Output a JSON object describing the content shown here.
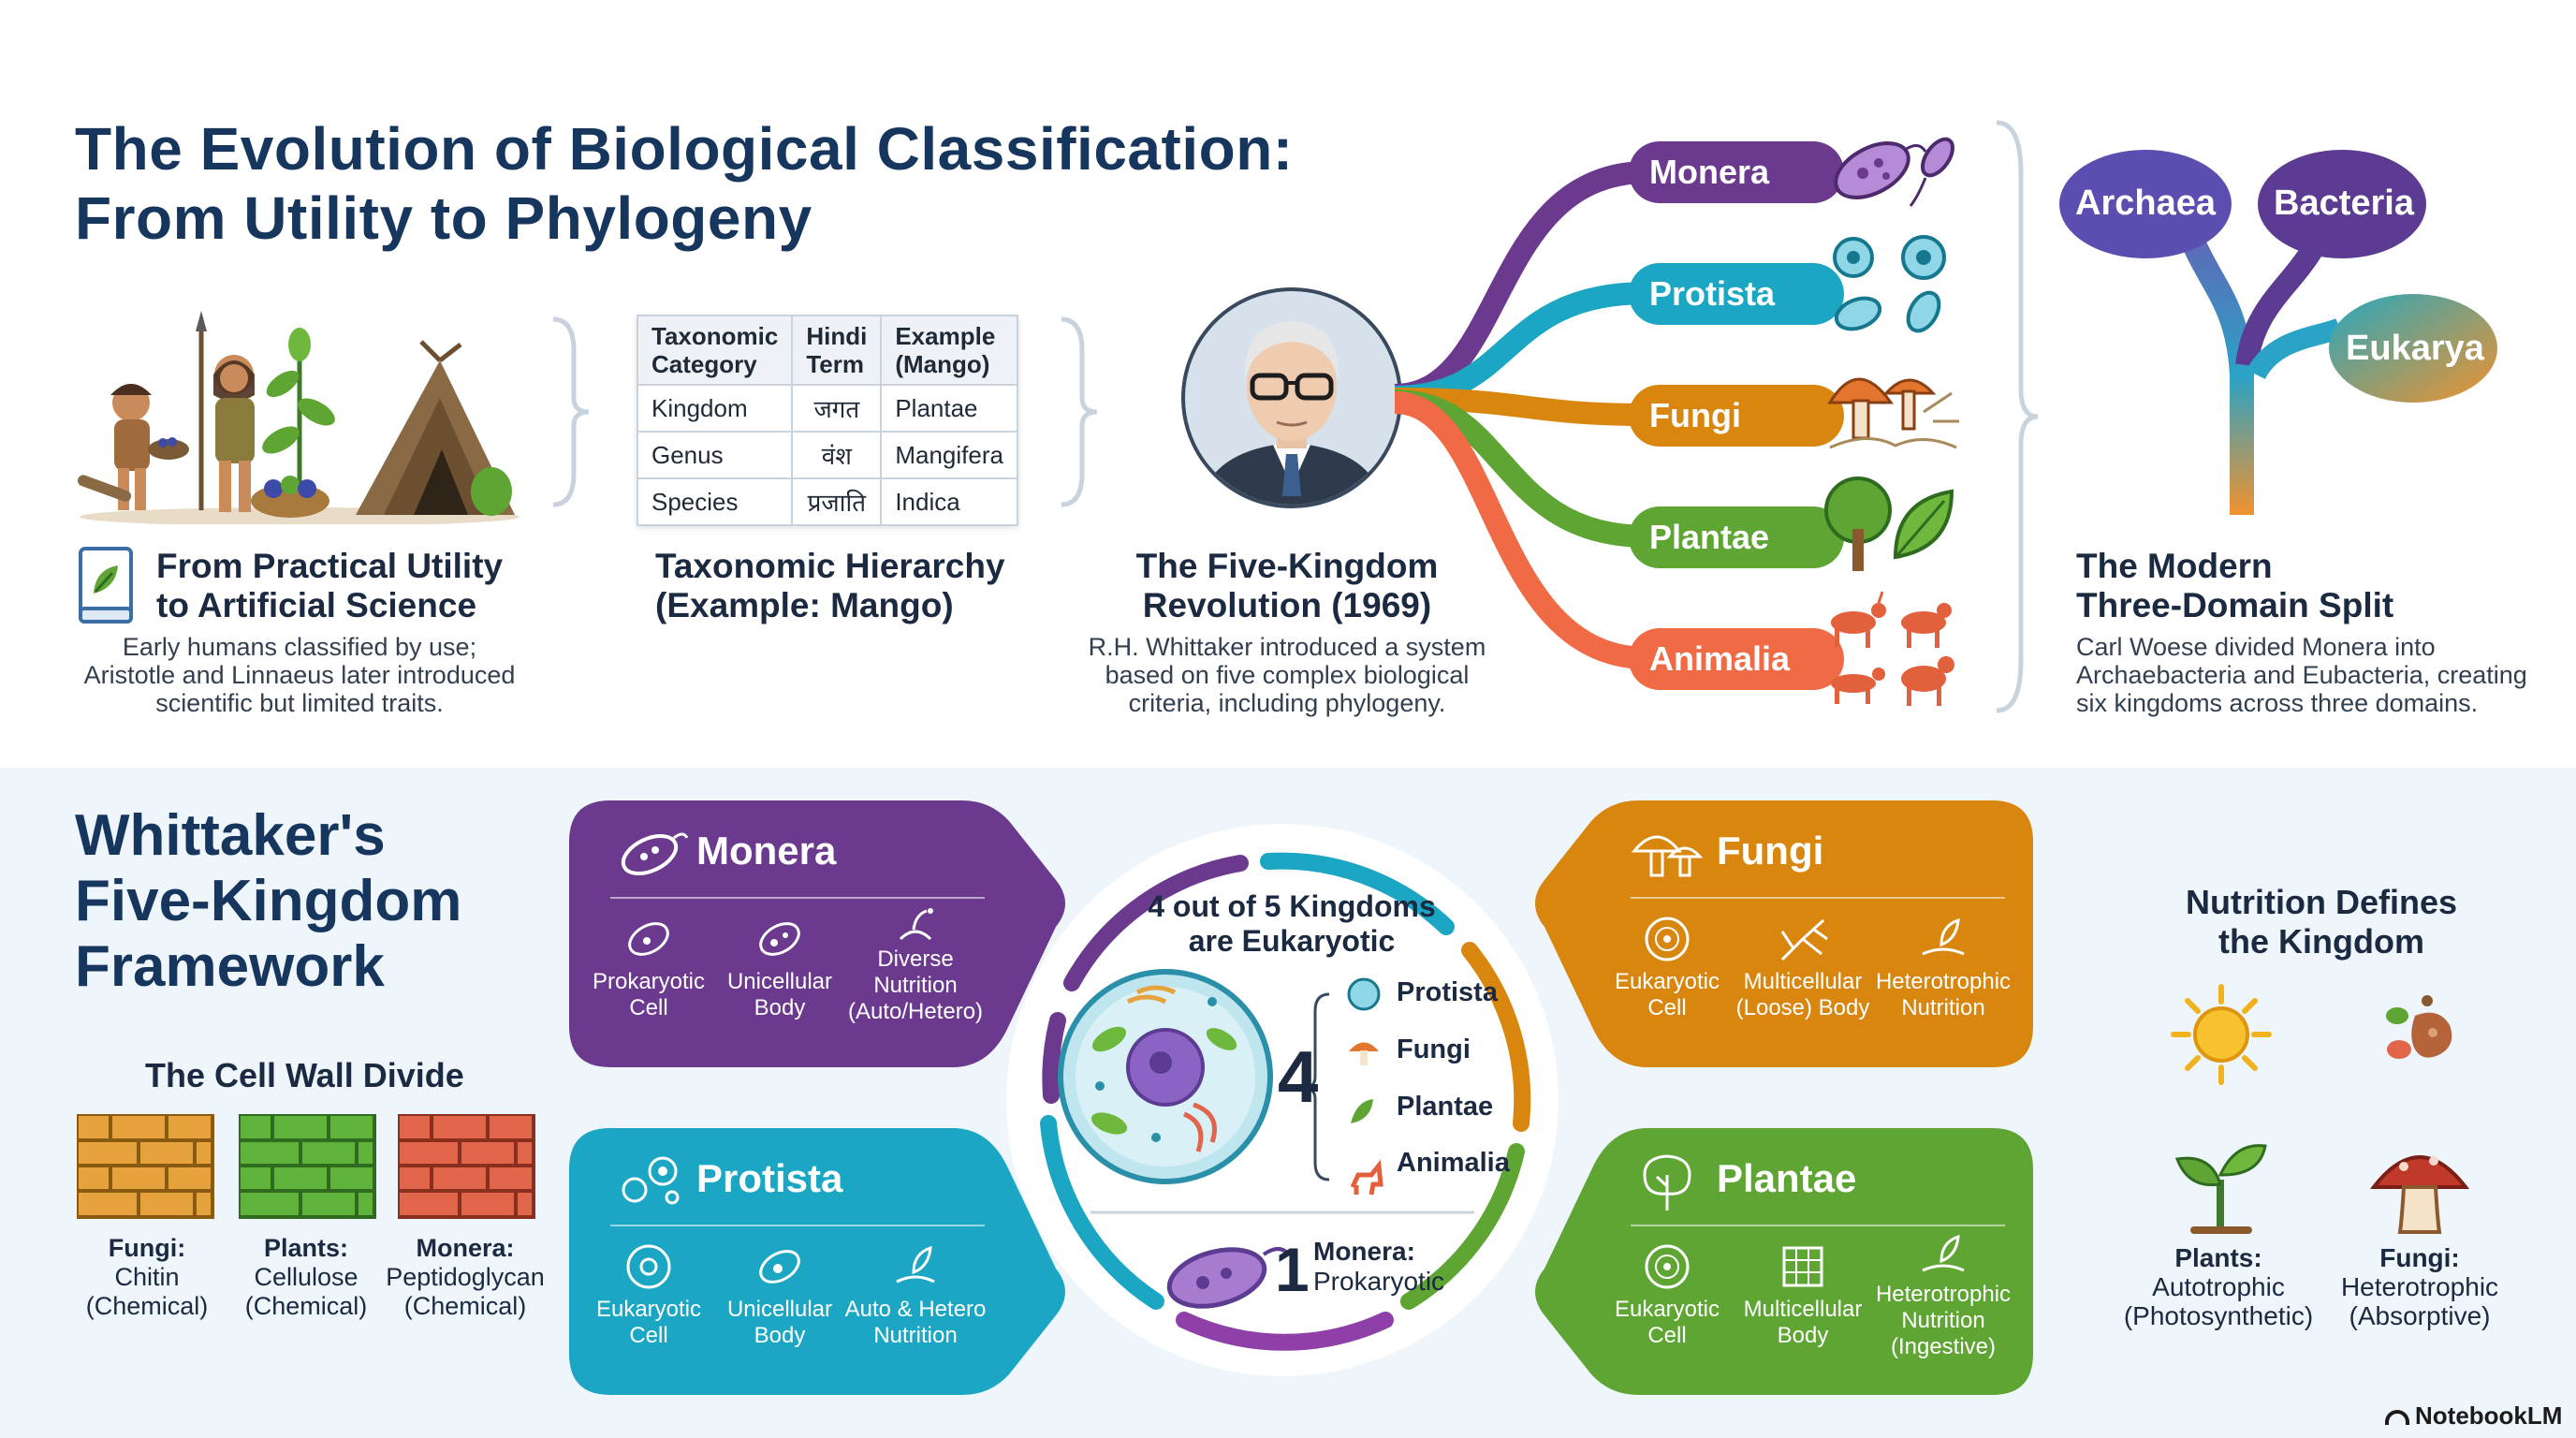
{
  "title": {
    "line1": "The Evolution of Biological Classification:",
    "line2": "From Utility to Phylogeny"
  },
  "utility": {
    "title1": "From Practical Utility",
    "title2": "to Artificial Science",
    "body1": "Early humans classified by use;",
    "body2": "Aristotle and Linnaeus later introduced",
    "body3": "scientific but limited traits."
  },
  "hierarchy": {
    "title1": "Taxonomic Hierarchy",
    "title2": "(Example: Mango)",
    "headers": [
      [
        "Taxonomic",
        "Category"
      ],
      [
        "Hindi",
        "Term"
      ],
      [
        "Example",
        "(Mango)"
      ]
    ],
    "rows": [
      [
        "Kingdom",
        "जगत",
        "Plantae"
      ],
      [
        "Genus",
        "वंश",
        "Mangifera"
      ],
      [
        "Species",
        "प्रजाति",
        "Indica"
      ]
    ]
  },
  "whittaker": {
    "title1": "The Five-Kingdom",
    "title2": "Revolution (1969)",
    "body1": "R.H. Whittaker introduced a system",
    "body2": "based on five complex biological",
    "body3": "criteria, including phylogeny."
  },
  "kingdoms": [
    {
      "name": "Monera",
      "color": "#6b3a8f"
    },
    {
      "name": "Protista",
      "color": "#1ba7c4"
    },
    {
      "name": "Fungi",
      "color": "#d9860f"
    },
    {
      "name": "Plantae",
      "color": "#5ea533"
    },
    {
      "name": "Animalia",
      "color": "#f06a45"
    }
  ],
  "domains": {
    "archaea": "Archaea",
    "bacteria": "Bacteria",
    "eukarya": "Eukarya",
    "title1": "The Modern",
    "title2": "Three-Domain Split",
    "body1": "Carl Woese divided Monera into",
    "body2": "Archaebacteria and Eubacteria, creating",
    "body3": "six kingdoms across three domains."
  },
  "framework": {
    "line1": "Whittaker's",
    "line2": "Five-Kingdom",
    "line3": "Framework"
  },
  "cellwall": {
    "title": "The Cell Wall Divide",
    "items": [
      {
        "name": "Fungi:",
        "material": "Chitin",
        "type": "(Chemical)",
        "color": "#e6a23c"
      },
      {
        "name": "Plants:",
        "material": "Cellulose",
        "type": "(Chemical)",
        "color": "#5fb23a"
      },
      {
        "name": "Monera:",
        "material": "Peptidoglycan",
        "type": "(Chemical)",
        "color": "#e0654a"
      }
    ]
  },
  "cards": {
    "monera": {
      "title": "Monera",
      "color": "#6b3a8f",
      "features": [
        [
          "Prokaryotic",
          "Cell"
        ],
        [
          "Unicellular",
          "Body"
        ],
        [
          "Diverse",
          "Nutrition",
          "(Auto/Hetero)"
        ]
      ]
    },
    "protista": {
      "title": "Protista",
      "color": "#1ba7c4",
      "features": [
        [
          "Eukaryotic",
          "Cell"
        ],
        [
          "Unicellular",
          "Body"
        ],
        [
          "Auto & Hetero",
          "Nutrition"
        ]
      ]
    },
    "fungi": {
      "title": "Fungi",
      "color": "#d9860f",
      "features": [
        [
          "Eukaryotic",
          "Cell"
        ],
        [
          "Multicellular",
          "(Loose) Body"
        ],
        [
          "Heterotrophic",
          "Nutrition"
        ]
      ]
    },
    "plantae": {
      "title": "Plantae",
      "color": "#5ea533",
      "features": [
        [
          "Eukaryotic",
          "Cell"
        ],
        [
          "Multicellular",
          "Body"
        ],
        [
          "Heterotrophic",
          "Nutrition",
          "(Ingestive)"
        ]
      ]
    }
  },
  "center": {
    "heading1": "4 out of 5 Kingdoms",
    "heading2": "are Eukaryotic",
    "four": "4",
    "list": [
      "Protista",
      "Fungi",
      "Plantae",
      "Animalia"
    ],
    "one": "1",
    "monera1": "Monera:",
    "monera2": "Prokaryotic"
  },
  "nutrition": {
    "title1": "Nutrition Defines",
    "title2": "the Kingdom",
    "plants": [
      "Plants:",
      "Autotrophic",
      "(Photosynthetic)"
    ],
    "fungi": [
      "Fungi:",
      "Heterotrophic",
      "(Absorptive)"
    ]
  },
  "brand": "NotebookLM"
}
